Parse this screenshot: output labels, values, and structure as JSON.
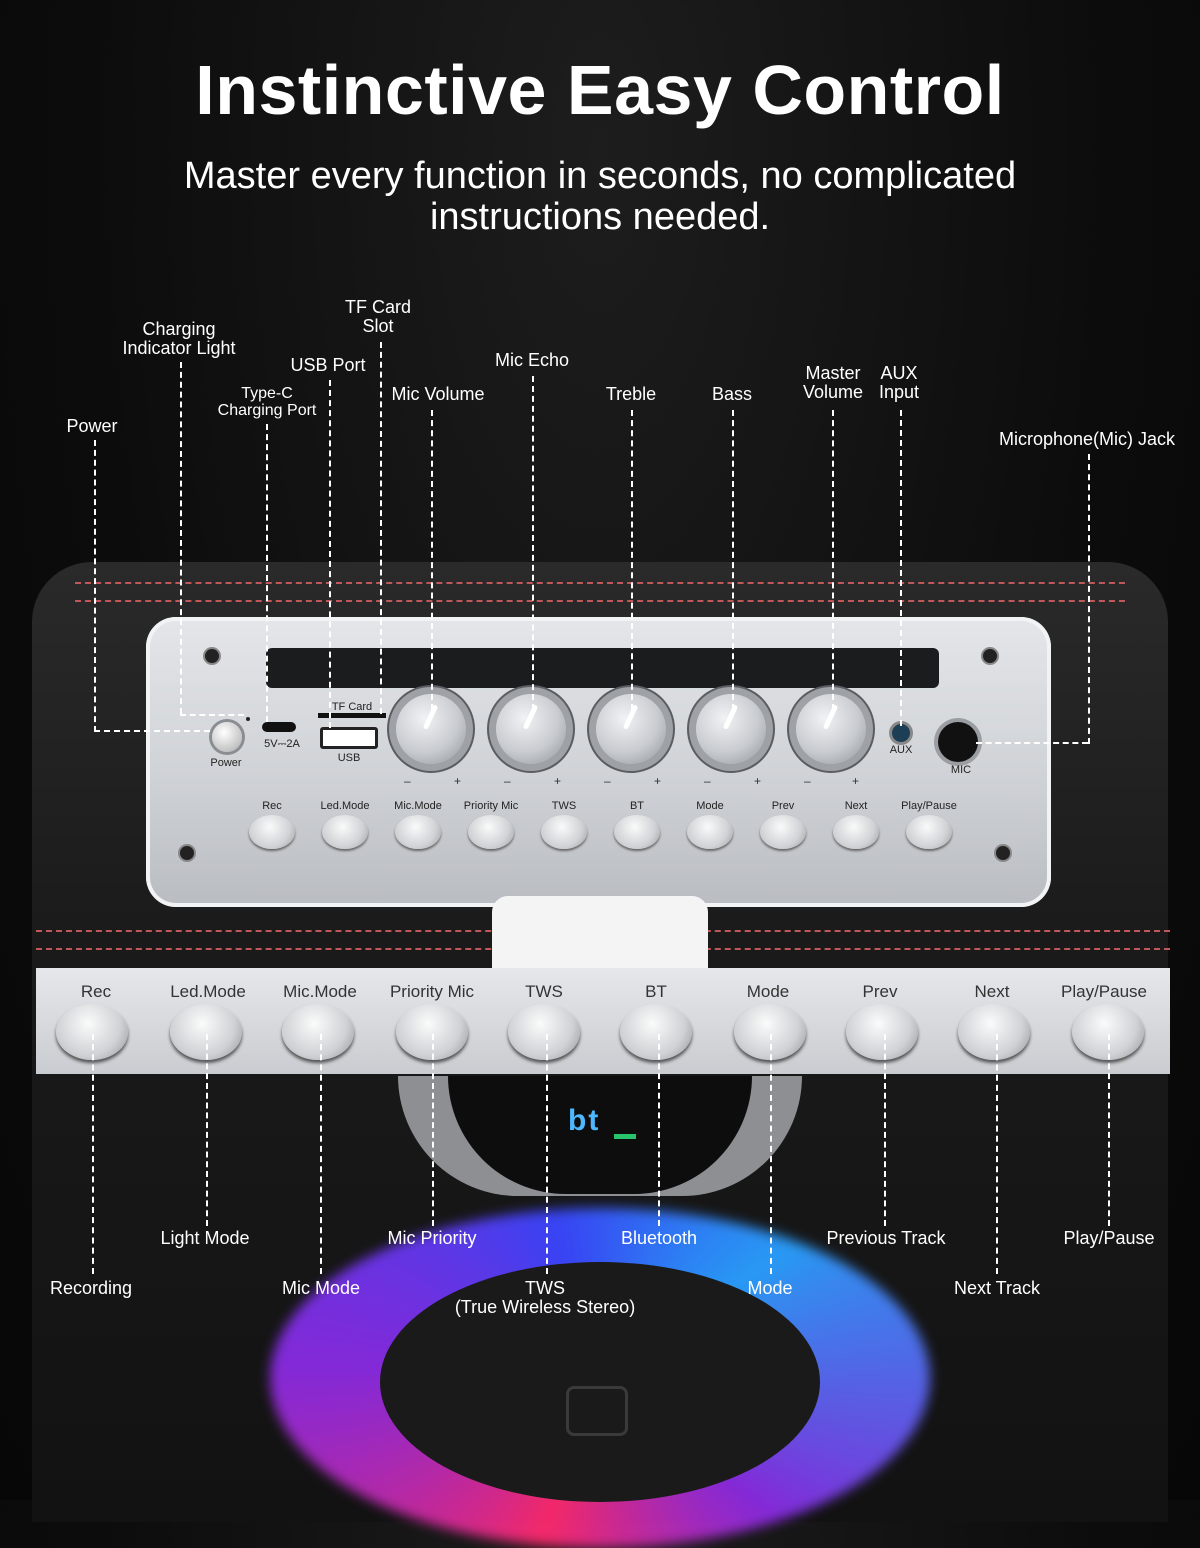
{
  "header": {
    "title": "Instinctive Easy Control",
    "subtitle_line1": "Master every function in seconds, no complicated",
    "subtitle_line2": "instructions needed."
  },
  "top_callouts": {
    "power": "Power",
    "charging_light_1": "Charging",
    "charging_light_2": "Indicator Light",
    "typec_1": "Type-C",
    "typec_2": "Charging Port",
    "usb_port": "USB Port",
    "tf_1": "TF Card",
    "tf_2": "Slot",
    "mic_volume": "Mic Volume",
    "mic_echo": "Mic Echo",
    "treble": "Treble",
    "bass": "Bass",
    "master_1": "Master",
    "master_2": "Volume",
    "aux_1": "AUX",
    "aux_2": "Input",
    "mic_jack": "Microphone(Mic) Jack"
  },
  "panel": {
    "power": "Power",
    "typec_rating": "5V⎓2A",
    "tf_card": "TF Card",
    "usb": "USB",
    "aux": "AUX",
    "mic": "MIC",
    "minus": "–",
    "plus": "+",
    "buttons": [
      "Rec",
      "Led.Mode",
      "Mic.Mode",
      "Priority Mic",
      "TWS",
      "BT",
      "Mode",
      "Prev",
      "Next",
      "Play/Pause"
    ]
  },
  "strip": {
    "buttons": [
      "Rec",
      "Led.Mode",
      "Mic.Mode",
      "Priority Mic",
      "TWS",
      "BT",
      "Mode",
      "Prev",
      "Next",
      "Play/Pause"
    ]
  },
  "display": {
    "text": "bt"
  },
  "bottom_callouts": {
    "recording": "Recording",
    "light_mode": "Light Mode",
    "mic_mode": "Mic Mode",
    "mic_priority": "Mic Priority",
    "tws_1": "TWS",
    "tws_2": "(True Wireless Stereo)",
    "bluetooth": "Bluetooth",
    "mode": "Mode",
    "previous_track": "Previous Track",
    "next_track": "Next Track",
    "play_pause": "Play/Pause"
  },
  "colors": {
    "stitch": "#c0585b",
    "display_text": "#4db8ff"
  }
}
